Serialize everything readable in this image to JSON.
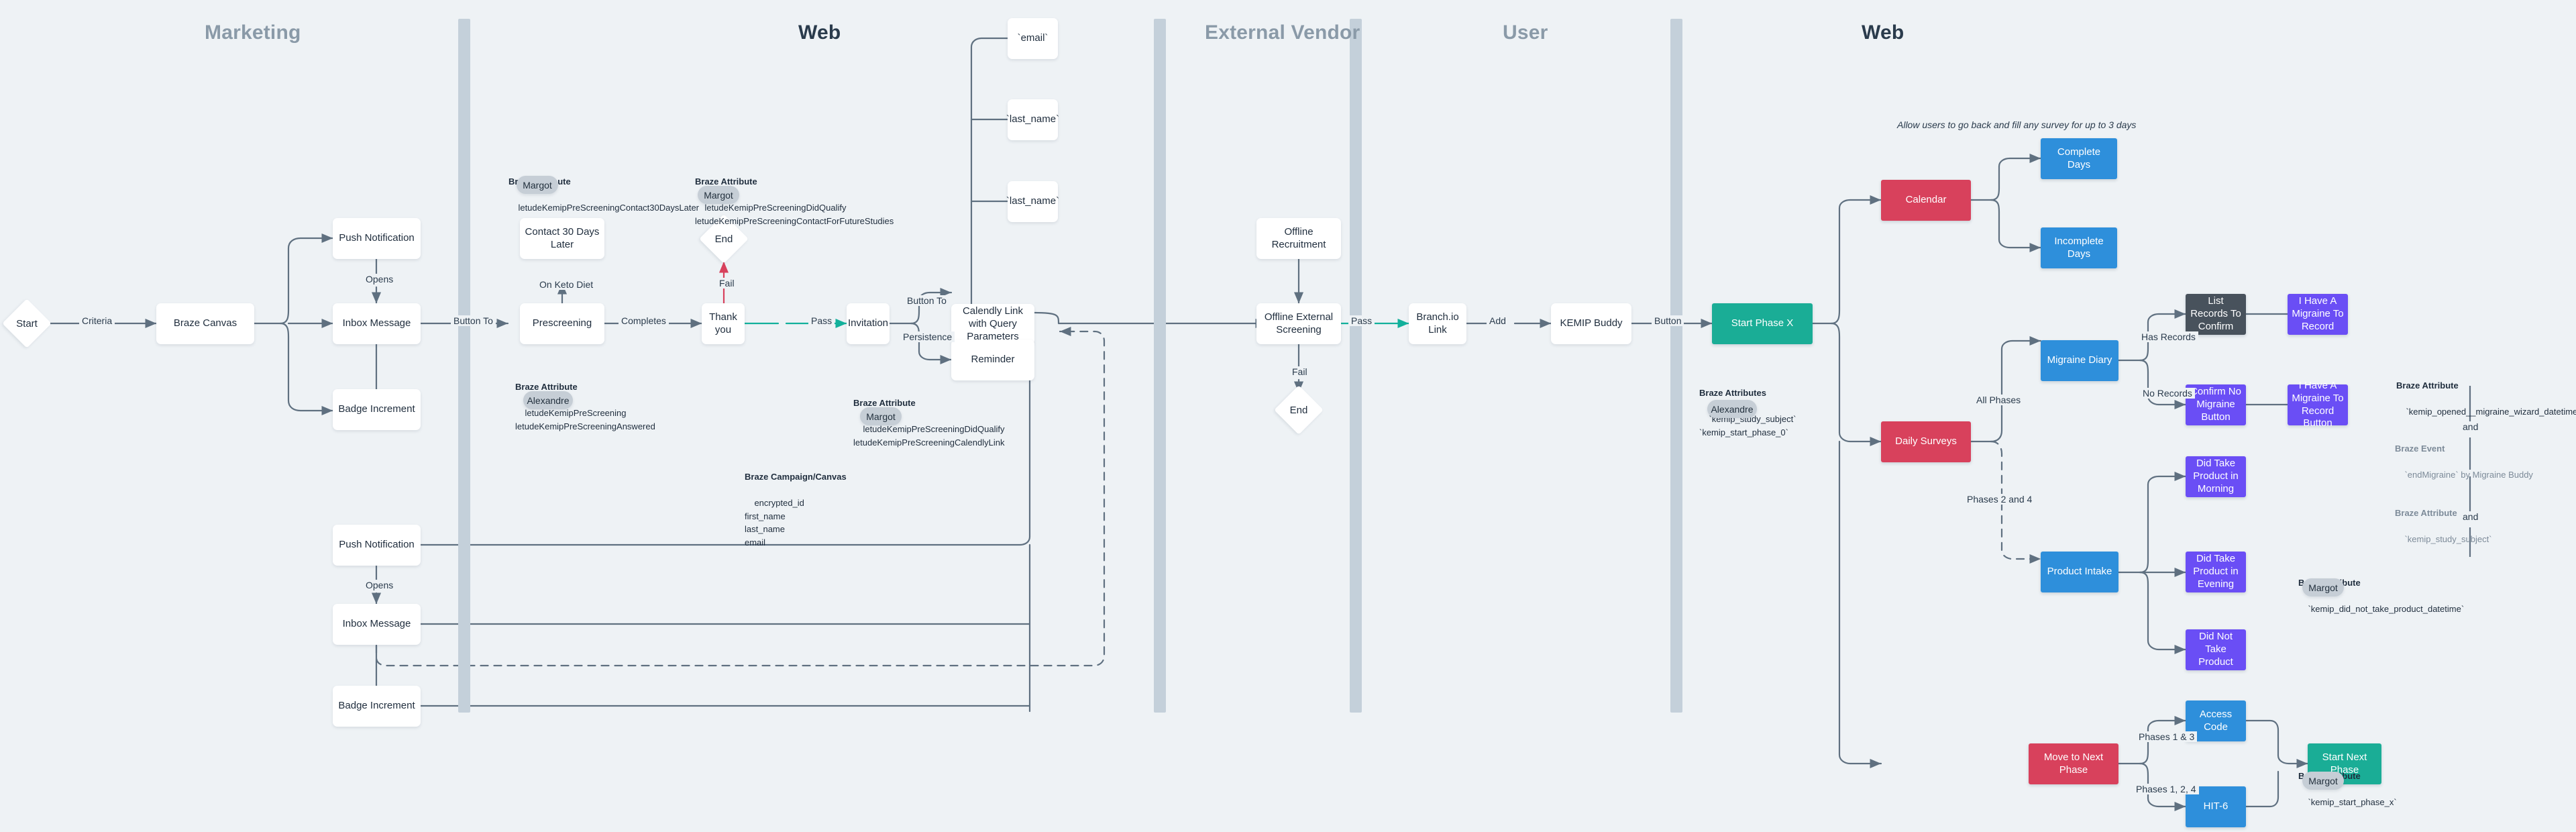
{
  "lanes": [
    {
      "title": "Marketing"
    },
    {
      "title": "Web"
    },
    {
      "title": "External Vendor"
    },
    {
      "title": "User"
    },
    {
      "title": "Web"
    }
  ],
  "nodes": {
    "start": "Start",
    "braze_canvas": "Braze Canvas",
    "push_notification_1": "Push Notification",
    "inbox_message_1": "Inbox Message",
    "badge_increment_1": "Badge Increment",
    "contact_30_days_later": "Contact 30 Days Later",
    "prescreening": "Prescreening",
    "thank_you": "Thank you",
    "end_1": "End",
    "invitation": "Invitation",
    "calendly_link": "Calendly Link with Query Parameters",
    "reminder": "Reminder",
    "param_email": "`email`",
    "param_last_name_1": "`last_name`",
    "param_last_name_2": "`last_name`",
    "offline_recruitment": "Offline Recruitment",
    "offline_external_screening": "Offline External Screening",
    "end_2": "End",
    "branch_io_link": "Branch.io Link",
    "kemip_buddy": "KEMIP Buddy",
    "start_phase_x": "Start Phase X",
    "push_notification_2": "Push Notification",
    "inbox_message_2": "Inbox Message",
    "badge_increment_2": "Badge Increment",
    "calendar": "Calendar",
    "complete_days": "Complete Days",
    "incomplete_days": "Incomplete Days",
    "daily_surveys": "Daily Surveys",
    "migraine_diary": "Migraine Diary",
    "list_records_to_confirm": "List Records To Confirm",
    "i_have_migraine_to_record": "I Have A Migraine To Record",
    "confirm_no_migraine_button": "Confirm No Migraine Button",
    "i_have_migraine_to_record_button": "I Have A Migraine To Record Button",
    "product_intake": "Product Intake",
    "did_take_product_morning": "Did Take Product in Morning",
    "did_take_product_evening": "Did Take Product in Evening",
    "did_not_take_product": "Did Not Take Product",
    "move_to_next_phase": "Move to Next Phase",
    "access_code": "Access Code",
    "hit_6": "HIT-6",
    "start_next_phase": "Start Next Phase"
  },
  "edge_labels": {
    "criteria": "Criteria",
    "opens_1": "Opens",
    "button_to_1": "Button To",
    "on_keto_diet": "On Keto Diet",
    "completes": "Completes",
    "fail_1": "Fail",
    "pass_1": "Pass",
    "button_to_2": "Button To",
    "persistence": "Persistence",
    "pass_2": "Pass",
    "fail_2": "Fail",
    "add": "Add",
    "button": "Button",
    "opens_2": "Opens",
    "all_phases": "All Phases",
    "phases_2_and_4": "Phases 2 and 4",
    "has_records": "Has Records",
    "no_records": "No Records",
    "phases_1_3": "Phases 1 & 3",
    "phases_1_2_4": "Phases 1, 2, 4",
    "and_1": "and",
    "and_2": "and"
  },
  "notes": {
    "contact30": {
      "title": "Braze Attribute",
      "lines": "letudeKemipPreScreeningContact30DaysLater",
      "owner": "Margot"
    },
    "prescreening": {
      "title": "Braze Attribute",
      "lines": "letudeKemipPreScreening\nletudeKemipPreScreeningAnswered",
      "owner": "Alexandre"
    },
    "thankyou": {
      "title": "Braze Attribute",
      "lines": "letudeKemipPreScreeningDidQualify\nletudeKemipPreScreeningContactForFutureStudies",
      "owner": "Margot"
    },
    "invitation": {
      "title": "Braze Attribute",
      "lines": "letudeKemipPreScreeningDidQualify\nletudeKemipPreScreeningCalendlyLink",
      "owner": "Margot"
    },
    "campaign": {
      "title": "Braze Campaign/Canvas",
      "lines": "encrypted_id\nfirst_name\nlast_name\nemail"
    },
    "startphase": {
      "title": "Braze Attributes",
      "lines": "`kemip_study_subject`\n`kemip_start_phase_0`",
      "owner": "Alexandre"
    },
    "migraine_attr": {
      "title": "Braze Attribute",
      "lines": "`kemip_opened__migraine_wizard_datetime`"
    },
    "migraine_event": {
      "title": "Braze Event",
      "lines": "`endMigraine` by Migraine Buddy"
    },
    "migraine_attr2": {
      "title": "Braze Attribute",
      "lines": "`kemip_study_subject`"
    },
    "product_attr": {
      "title": "Braze Attribute",
      "lines": "`kemip_did_not_take_product_datetime`",
      "owner": "Margot"
    },
    "next_phase_attr": {
      "title": "Braze Attribute",
      "lines": "`kemip_start_phase_x`",
      "owner": "Margot"
    }
  },
  "annotations": {
    "survey_backfill": "Allow users to go back and fill any survey for up to 3 days"
  },
  "colors": {
    "background": "#eef2f5",
    "lane_divider": "#c4d0da",
    "wire": "#5f7080",
    "pass_green": "#12b09b",
    "fail_red": "#d8415c",
    "teal": "#1aad96",
    "red": "#d8415c",
    "blue": "#2e8fdb",
    "purple": "#6a4ef5",
    "slate": "#48525c"
  }
}
